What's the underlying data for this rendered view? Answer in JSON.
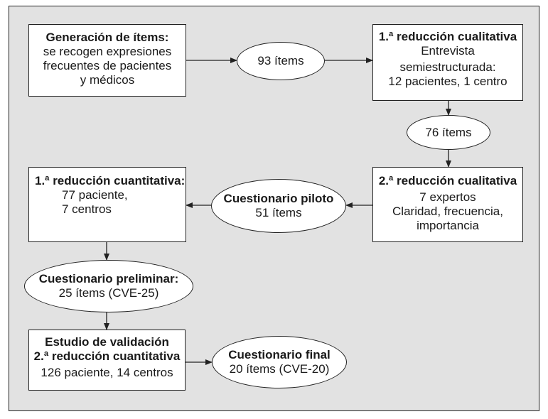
{
  "nodes": {
    "generation": {
      "title": "Generación de ítems:",
      "lines": [
        "se recogen expresiones",
        "frecuentes de pacientes",
        "y médicos"
      ]
    },
    "items93": {
      "lines": [
        "93 ítems"
      ]
    },
    "qual1": {
      "title": "1.ª reducción cualitativa",
      "lines": [
        "Entrevista",
        "semiestructurada:",
        "12 pacientes, 1 centro"
      ]
    },
    "items76": {
      "lines": [
        "76 ítems"
      ]
    },
    "qual2": {
      "title": "2.ª reducción cualitativa",
      "lines": [
        "7 expertos",
        "Claridad, frecuencia,",
        "importancia"
      ]
    },
    "pilot": {
      "title": "Cuestionario piloto",
      "lines": [
        "51 ítems"
      ]
    },
    "quant1": {
      "title": "1.ª reducción cuantitativa:",
      "lines": [
        "77 paciente,",
        "7 centros"
      ]
    },
    "prelim": {
      "title": "Cuestionario preliminar:",
      "lines": [
        "25 ítems (CVE-25)"
      ]
    },
    "validation": {
      "title1": "Estudio de validación",
      "title2": "2.ª reducción cuantitativa",
      "lines": [
        "126 paciente, 14 centros"
      ]
    },
    "final": {
      "title": "Cuestionario final",
      "lines": [
        "20 ítems (CVE-20)"
      ]
    }
  }
}
